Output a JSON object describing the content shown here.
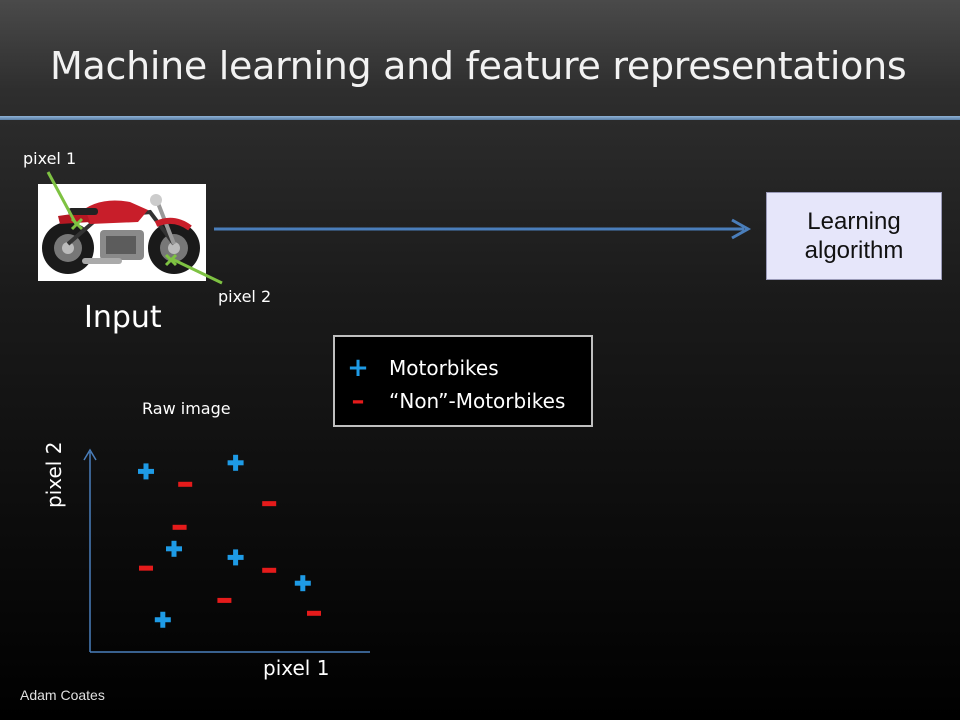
{
  "title": "Machine learning and feature representations",
  "pixel1_label": "pixel 1",
  "pixel2_label": "pixel 2",
  "input_label": "Input",
  "learning_box": {
    "line1": "Learning",
    "line2": "algorithm"
  },
  "legend": {
    "positive_label": "Motorbikes",
    "negative_label": "“Non”-Motorbikes",
    "positive_symbol": "+",
    "negative_symbol": "–"
  },
  "raw_image_label": "Raw image",
  "plot": {
    "x_label": "pixel 1",
    "y_label": "pixel 2",
    "positive_color": "#1e9be6",
    "negative_color": "#e51b1b",
    "positives": [
      [
        1.0,
        8.4
      ],
      [
        2.6,
        8.8
      ],
      [
        1.5,
        4.8
      ],
      [
        2.6,
        4.4
      ],
      [
        3.8,
        3.2
      ],
      [
        1.3,
        1.5
      ]
    ],
    "negatives": [
      [
        1.7,
        7.8
      ],
      [
        3.2,
        6.9
      ],
      [
        1.6,
        5.8
      ],
      [
        1.0,
        3.9
      ],
      [
        3.2,
        3.8
      ],
      [
        2.4,
        2.4
      ],
      [
        4.0,
        1.8
      ]
    ]
  },
  "footer": "Adam Coates",
  "colors": {
    "arrow": "#4a7ebb",
    "marker_line": "#7ec242",
    "title_rule": "#7fa3cc"
  }
}
